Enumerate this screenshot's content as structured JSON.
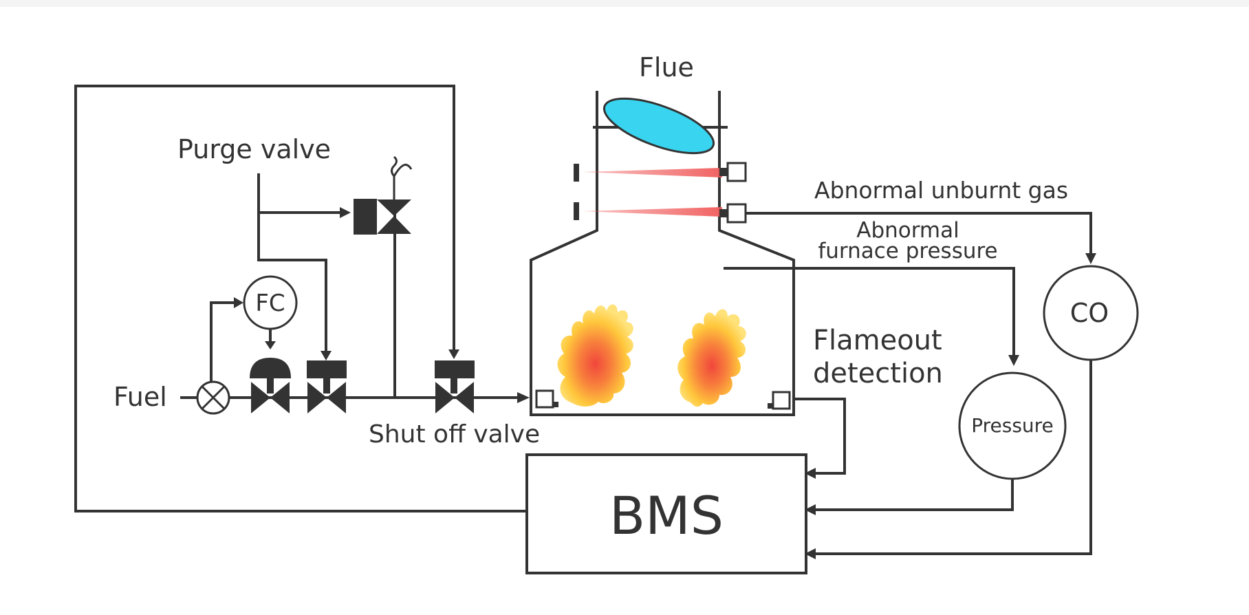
{
  "labels": {
    "flue": "Flue",
    "purge_valve": "Purge valve",
    "fuel": "Fuel",
    "fc": "FC",
    "shut_off_valve": "Shut off valve",
    "bms": "BMS",
    "abnormal_unburnt_gas": "Abnormal unburnt gas",
    "abnormal_furnace_pressure_line1": "Abnormal",
    "abnormal_furnace_pressure_line2": "furnace pressure",
    "flameout_line1": "Flameout",
    "flameout_line2": "detection",
    "co": "CO",
    "pressure": "Pressure"
  },
  "colors": {
    "line": "#333333",
    "flue_damper": "#38d4f0",
    "laser": "#f05a5a",
    "flame_outer": "#ffd23c",
    "flame_core": "#f0503c"
  }
}
